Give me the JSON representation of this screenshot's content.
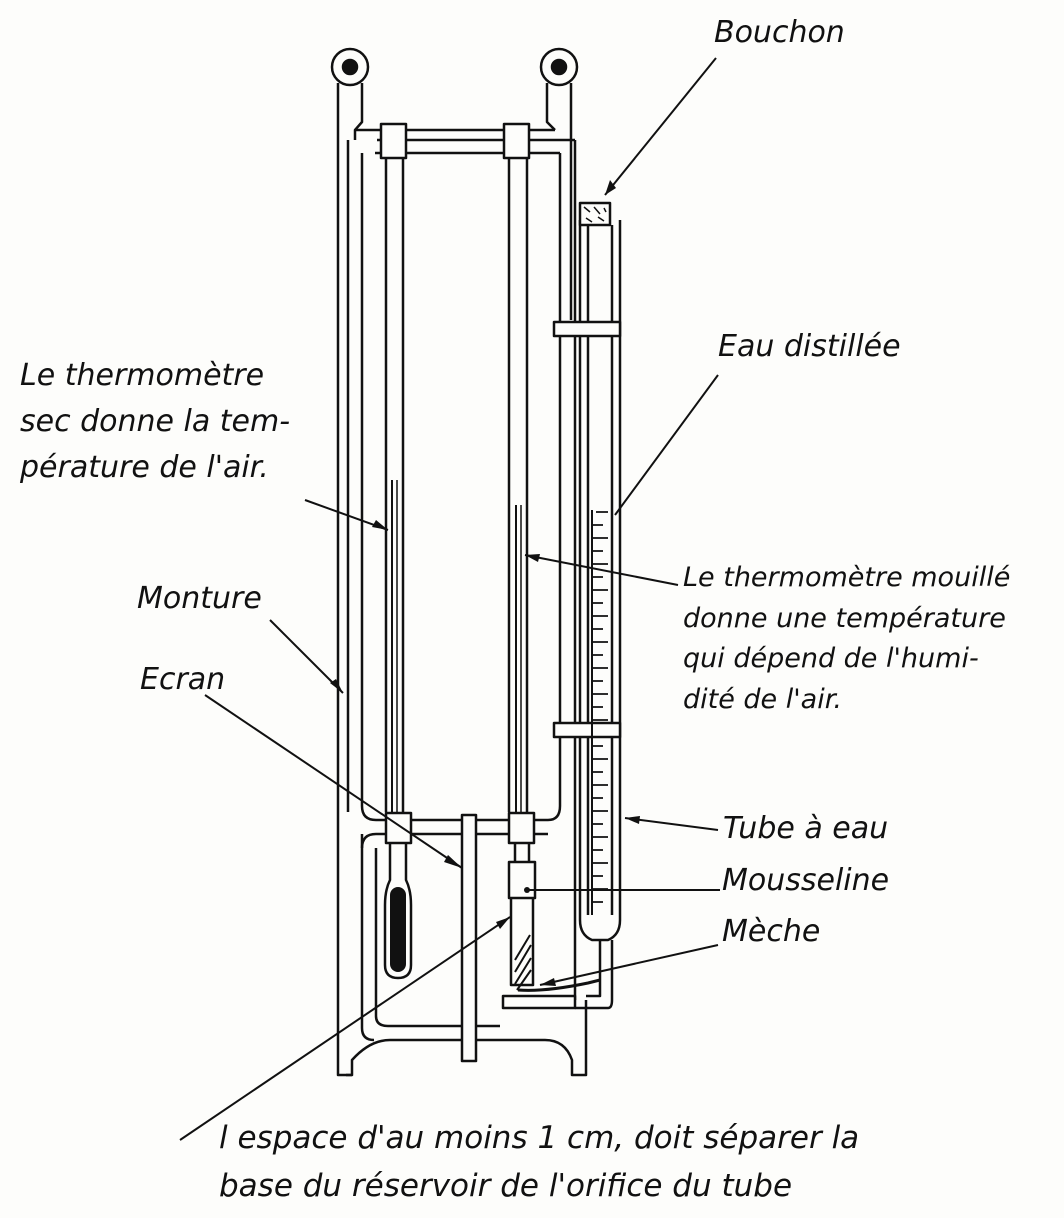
{
  "labels": {
    "bouchon": "Bouchon",
    "eau_distillee": "Eau distillée",
    "thermometre_sec": "Le thermomètre\nsec donne la tem-\npérature de l'air.",
    "monture": "Monture",
    "ecran": "Ecran",
    "thermometre_mouille": "Le thermomètre mouillé\ndonne une température\nqui dépend de l'humi-\ndité de l'air.",
    "tube_a_eau": "Tube à eau",
    "mousseline": "Mousseline",
    "meche": "Mèche",
    "espace_note": "l espace d'au moins 1 cm, doit séparer la\nbase du réservoir de l'orifice du tube"
  },
  "colors": {
    "ink": "#111111",
    "paper": "#fdfdfb"
  }
}
